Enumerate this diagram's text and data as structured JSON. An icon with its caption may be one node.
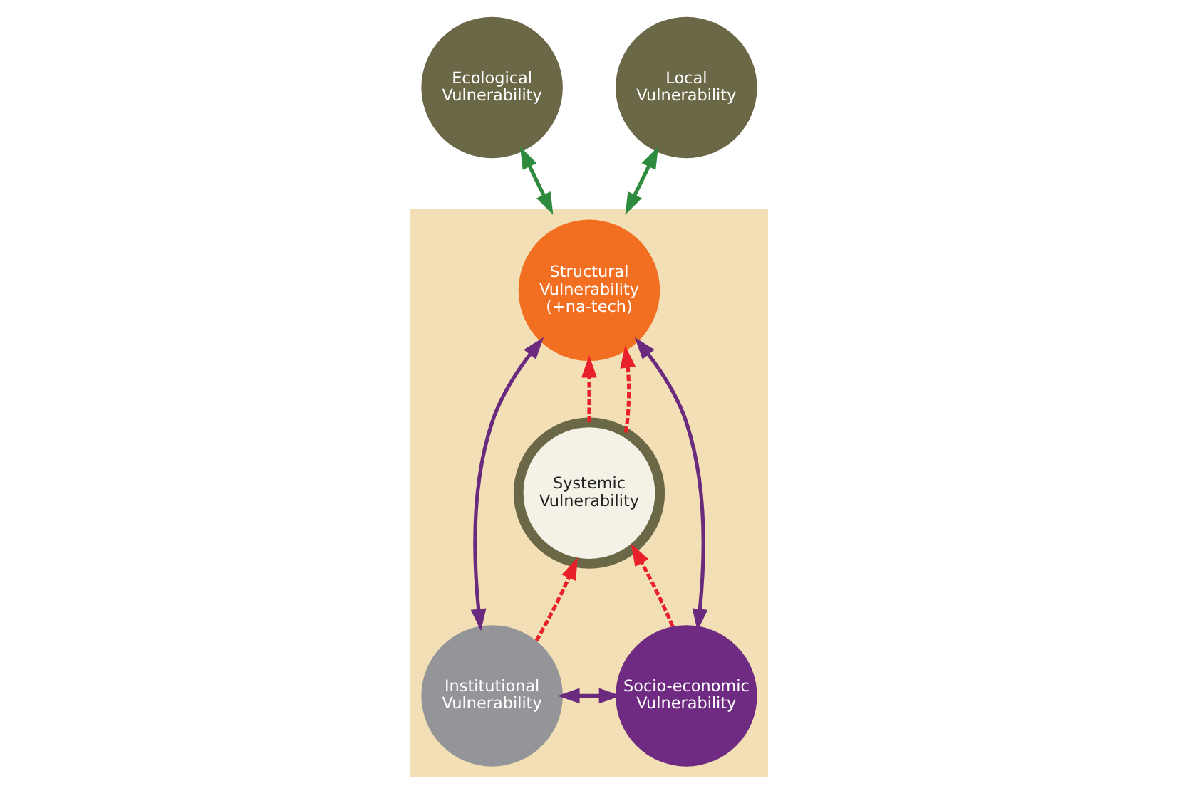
{
  "diagram": {
    "nodes": [
      {
        "text": [],
        "shape": "triangle"
      },
      {
        "text": [
          "Ecological Vulnerability"
        ]
      },
      {
        "text": [
          "Local Vulnerability"
        ]
      },
      {
        "text": [
          "Structural Vulnerability (+na-tech)"
        ],
        "in": 0
      },
      {
        "text": [
          "Systemic Vulnerability"
        ],
        "in": 0
      },
      {
        "text": [
          "Institutional Vulnerability"
        ],
        "in": 0
      },
      {
        "text": [
          "Socio-economic Vulnerability"
        ],
        "in": 0
      }
    ],
    "edges": [
      {
        "from": 1,
        "to": 0,
        "arrow": "both",
        "color": "#2e8b3e"
      },
      {
        "from": 2,
        "to": 0,
        "arrow": "both",
        "color": "#2e8b3e"
      },
      {
        "from": 5,
        "to": 3,
        "arrow": "both",
        "color": "#6a2a7e"
      },
      {
        "from": 3,
        "to": 6,
        "arrow": "both",
        "color": "#6a2a7e"
      },
      {
        "from": 5,
        "to": 6,
        "arrow": "both",
        "color": "#6a2a7e"
      },
      {
        "from": 4,
        "to": 3,
        "arrow": "to",
        "style": "dashed",
        "color": "#e8202a"
      },
      {
        "from": 4,
        "to": 3,
        "arrow": "to",
        "style": "dashed",
        "color": "#e8202a"
      },
      {
        "from": 5,
        "to": 4,
        "arrow": "to",
        "style": "dashed",
        "color": "#e8202a"
      },
      {
        "from": 6,
        "to": 4,
        "arrow": "to",
        "style": "dashed",
        "color": "#e8202a"
      }
    ]
  }
}
